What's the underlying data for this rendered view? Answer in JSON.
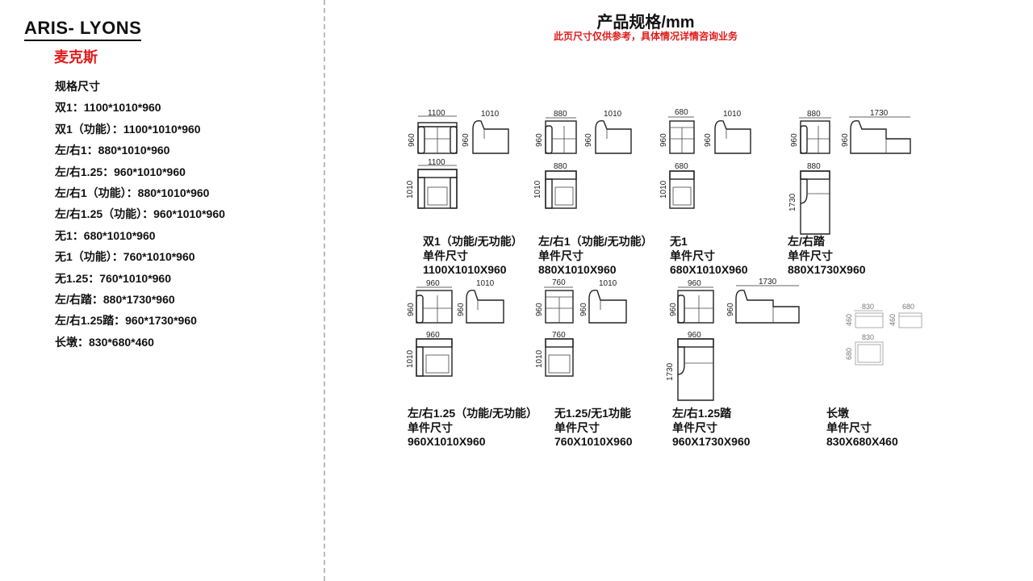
{
  "brand": {
    "name": "ARIS- LYONS",
    "cn": "麦克斯"
  },
  "specs": [
    "规格尺寸",
    "双1：1100*1010*960",
    "双1（功能）：1100*1010*960",
    "左/右1：880*1010*960",
    "左/右1.25：960*1010*960",
    "左/右1（功能）：880*1010*960",
    "左/右1.25（功能）：960*1010*960",
    "无1：680*1010*960",
    "无1（功能）：760*1010*960",
    "无1.25：760*1010*960",
    "左/右踏：880*1730*960",
    "左/右1.25踏：960*1730*960",
    "长墩：830*680*460"
  ],
  "header": {
    "title": "产品规格/mm",
    "subtitle": "此页尺寸仅供参考，具体情况详情咨询业务"
  },
  "modules": [
    {
      "name": "双1（功能/无功能）",
      "label": "单件尺寸",
      "size": "1100X1010X960"
    },
    {
      "name": "左/右1（功能/无功能）",
      "label": "单件尺寸",
      "size": "880X1010X960"
    },
    {
      "name": "无1",
      "label": "单件尺寸",
      "size": "680X1010X960"
    },
    {
      "name": "左/右踏",
      "label": "单件尺寸",
      "size": "880X1730X960"
    },
    {
      "name": "左/右1.25（功能/无功能）",
      "label": "单件尺寸",
      "size": "960X1010X960"
    },
    {
      "name": "无1.25/无1功能",
      "label": "单件尺寸",
      "size": "760X1010X960"
    },
    {
      "name": "左/右1.25踏",
      "label": "单件尺寸",
      "size": "960X1730X960"
    },
    {
      "name": "长墩",
      "label": "单件尺寸",
      "size": "830X680X460"
    }
  ],
  "dims": {
    "d1100": "1100",
    "d1010": "1010",
    "d960": "960",
    "d880": "880",
    "d680": "680",
    "d1730": "1730",
    "d760": "760",
    "d830": "830",
    "d460": "460"
  }
}
